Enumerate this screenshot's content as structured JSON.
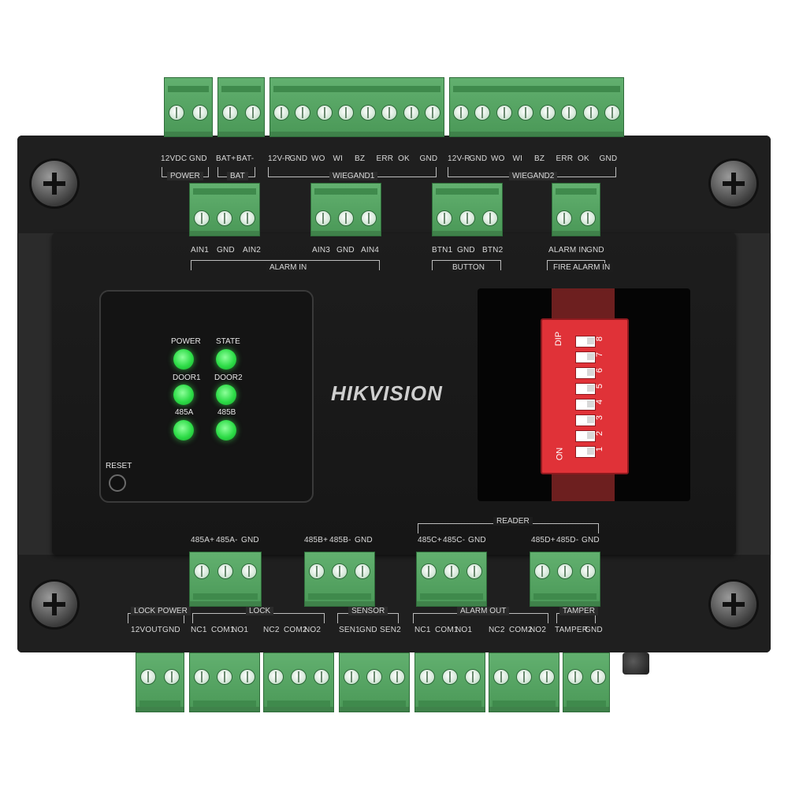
{
  "brand": {
    "logo_text": "HIKVISION"
  },
  "colors": {
    "terminal_green": "#4e9d5b",
    "led_green": "#2ddc47",
    "dip_red": "#e03238",
    "case_black": "#1d1d1d"
  },
  "top_terminals": {
    "power": {
      "pins": [
        "12VDC",
        "GND"
      ],
      "group": "POWER"
    },
    "battery": {
      "pins": [
        "BAT+",
        "BAT-"
      ],
      "group": "BAT"
    },
    "wiegand1": {
      "pins": [
        "12V-R",
        "GND",
        "WO",
        "WI",
        "BZ",
        "ERR",
        "OK",
        "GND"
      ],
      "group": "WIEGAND1"
    },
    "wiegand2": {
      "pins": [
        "12V-R",
        "GND",
        "WO",
        "WI",
        "BZ",
        "ERR",
        "OK",
        "GND"
      ],
      "group": "WIEGAND2"
    }
  },
  "upper_inner_terminals": {
    "alarm_in_a": {
      "pins": [
        "AIN1",
        "GND",
        "AIN2"
      ]
    },
    "alarm_in_b": {
      "pins": [
        "AIN3",
        "GND",
        "AIN4"
      ]
    },
    "alarm_in_group": "ALARM IN",
    "button": {
      "pins": [
        "BTN1",
        "GND",
        "BTN2"
      ],
      "group": "BUTTON"
    },
    "fire_alarm": {
      "pins": [
        "ALARM IN",
        "GND"
      ],
      "group": "FIRE ALARM IN"
    }
  },
  "led_panel": {
    "leds": [
      {
        "label": "POWER"
      },
      {
        "label": "STATE"
      },
      {
        "label": "DOOR1"
      },
      {
        "label": "DOOR2"
      },
      {
        "label": "485A"
      },
      {
        "label": "485B"
      }
    ],
    "reset_label": "RESET"
  },
  "dip_switch": {
    "title": "DIP",
    "on_label": "ON",
    "numbers": [
      "1",
      "2",
      "3",
      "4",
      "5",
      "6",
      "7",
      "8"
    ]
  },
  "lower_inner_terminals": {
    "rs485a": {
      "pins": [
        "485A+",
        "485A-",
        "GND"
      ]
    },
    "rs485b": {
      "pins": [
        "485B+",
        "485B-",
        "GND"
      ]
    },
    "rs485c": {
      "pins": [
        "485C+",
        "485C-",
        "GND"
      ]
    },
    "rs485d": {
      "pins": [
        "485D+",
        "485D-",
        "GND"
      ]
    },
    "reader_group": "READER"
  },
  "bottom_terminals": {
    "lock_power": {
      "pins": [
        "12VOUT",
        "GND"
      ],
      "group": "LOCK POWER"
    },
    "lock1": {
      "pins": [
        "NC1",
        "COM1",
        "NO1"
      ]
    },
    "lock2": {
      "pins": [
        "NC2",
        "COM2",
        "NO2"
      ]
    },
    "lock_group": "LOCK",
    "sensor": {
      "pins": [
        "SEN1",
        "GND",
        "SEN2"
      ],
      "group": "SENSOR"
    },
    "alarm_out1": {
      "pins": [
        "NC1",
        "COM1",
        "NO1"
      ]
    },
    "alarm_out2": {
      "pins": [
        "NC2",
        "COM2",
        "NO2"
      ]
    },
    "alarm_out_group": "ALARM OUT",
    "tamper": {
      "pins": [
        "TAMPER",
        "GND"
      ],
      "group": "TAMPER"
    }
  }
}
